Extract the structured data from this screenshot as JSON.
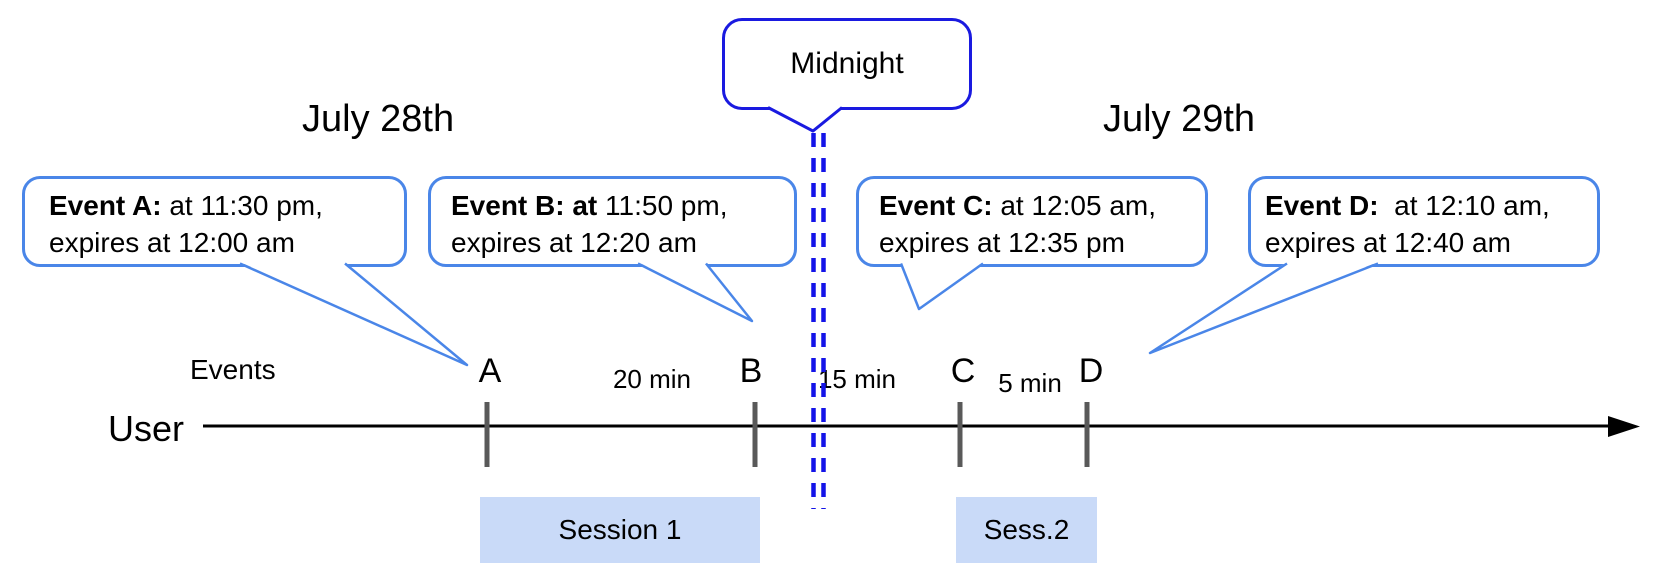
{
  "colors": {
    "callout_border": "#4a86e8",
    "midnight_border": "#1a1ae0",
    "dashed_line": "#1414e8",
    "session_fill": "#c9daf8",
    "tick_color": "#595959",
    "timeline_color": "#000000"
  },
  "dates": {
    "left": "July 28th",
    "right": "July 29th"
  },
  "midnight": {
    "label": "Midnight"
  },
  "callouts": [
    {
      "id": "A",
      "bold": "Event A:",
      "line1_rest": " at 11:30 pm,",
      "line2": "expires at 12:00 am"
    },
    {
      "id": "B",
      "bold": "Event B: at",
      "line1_rest": " 11:50 pm,",
      "line2": "expires at 12:20 am"
    },
    {
      "id": "C",
      "bold": "Event C:",
      "line1_rest": " at 12:05 am,",
      "line2": "expires at 12:35 pm"
    },
    {
      "id": "D",
      "bold": "Event D:",
      "line1_rest": "  at 12:10 am,",
      "line2": "expires at 12:40 am"
    }
  ],
  "axis": {
    "events_label": "Events",
    "user_label": "User",
    "ticks": [
      {
        "letter": "A"
      },
      {
        "letter": "B"
      },
      {
        "letter": "C"
      },
      {
        "letter": "D"
      }
    ],
    "intervals": [
      {
        "label": "20 min"
      },
      {
        "label": "15 min"
      },
      {
        "label": "5 min"
      }
    ]
  },
  "sessions": [
    {
      "label": "Session 1"
    },
    {
      "label": "Sess.2"
    }
  ]
}
